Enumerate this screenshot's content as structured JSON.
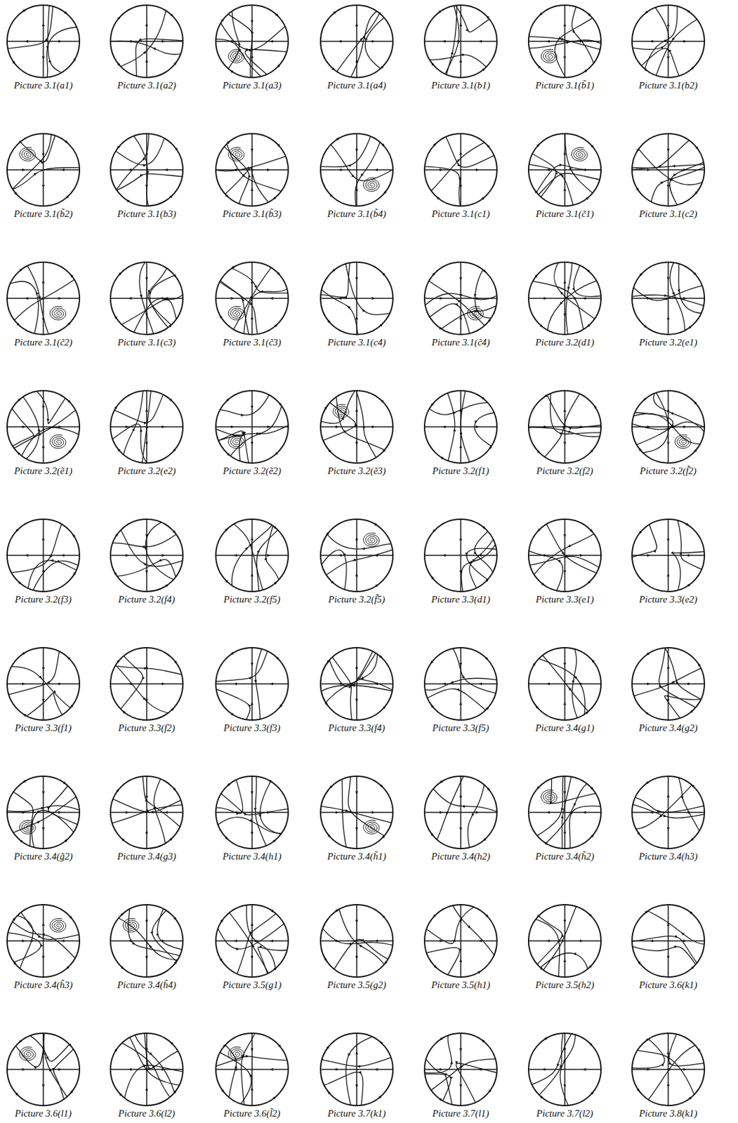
{
  "diagram": {
    "labels": [
      "Picture 3.1(a1)",
      "Picture 3.1(a2)",
      "Picture 3.1(a3)",
      "Picture 3.1(a4)",
      "Picture 3.1(b1)",
      "Picture 3.1(b̃1)",
      "Picture 3.1(b2)",
      "Picture 3.1(b̃2)",
      "Picture 3.1(b3)",
      "Picture 3.1(b̃3)",
      "Picture 3.1(b̃4)",
      "Picture 3.1(c1)",
      "Picture 3.1(c̃1)",
      "Picture 3.1(c2)",
      "Picture 3.1(c̃2)",
      "Picture 3.1(c3)",
      "Picture 3.1(c̃3)",
      "Picture 3.1(c4)",
      "Picture 3.1(c̃4)",
      "Picture 3.2(d1)",
      "Picture 3.2(e1)",
      "Picture 3.2(ẽ1)",
      "Picture 3.2(e2)",
      "Picture 3.2(ẽ2)",
      "Picture 3.2(ẽ3)",
      "Picture 3.2(f1)",
      "Picture 3.2(f2)",
      "Picture 3.2(f̃2)",
      "Picture 3.2(f3)",
      "Picture 3.2(f4)",
      "Picture 3.2(f5)",
      "Picture 3.2(f̃5)",
      "Picture 3.3(d1)",
      "Picture 3.3(e1)",
      "Picture 3.3(e2)",
      "Picture 3.3(f1)",
      "Picture 3.3(f2)",
      "Picture 3.3(f3)",
      "Picture 3.3(f4)",
      "Picture 3.3(f5)",
      "Picture 3.4(g1)",
      "Picture 3.4(g2)",
      "Picture 3.4(g̃2)",
      "Picture 3.4(g3)",
      "Picture 3.4(h1)",
      "Picture 3.4(h̃1)",
      "Picture 3.4(h2)",
      "Picture 3.4(h̃2)",
      "Picture 3.4(h3)",
      "Picture 3.4(h̃3)",
      "Picture 3.4(h̃4)",
      "Picture 3.5(g1)",
      "Picture 3.5(g2)",
      "Picture 3.5(h1)",
      "Picture 3.5(h2)",
      "Picture 3.6(k1)",
      "Picture 3.6(l1)",
      "Picture 3.6(l2)",
      "Picture 3.6(l̃2)",
      "Picture 3.7(k1)",
      "Picture 3.7(l1)",
      "Picture 3.7(l2)",
      "Picture 3.8(k1)"
    ]
  }
}
